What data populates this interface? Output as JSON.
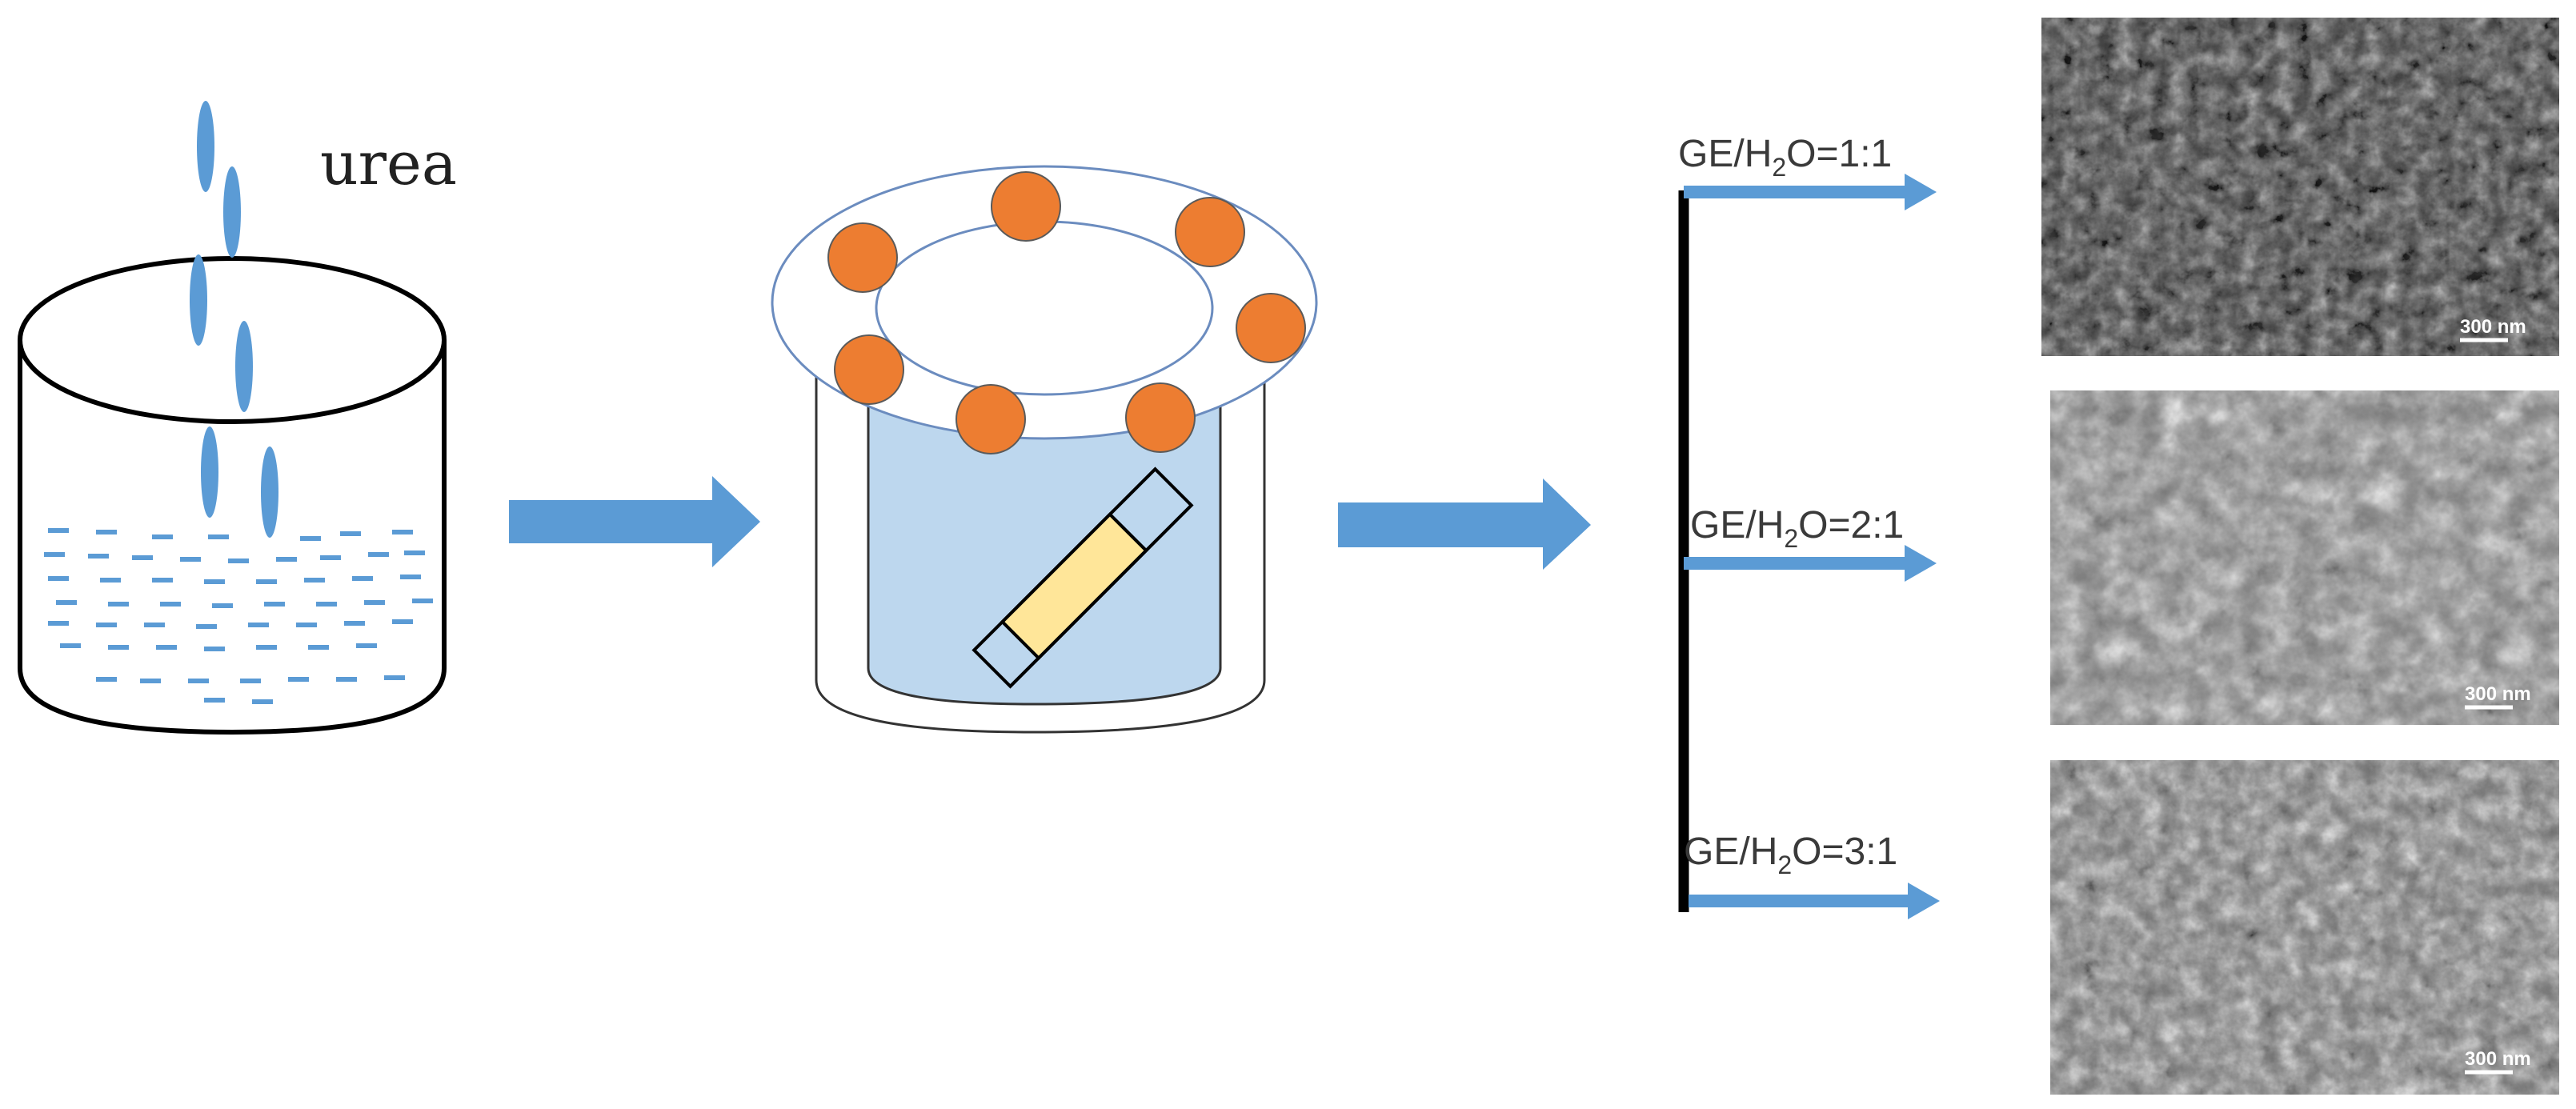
{
  "reagent_label": "urea",
  "branches": [
    {
      "ratio_prefix": "GE/H",
      "ratio_sub": "2",
      "ratio_suffix": "O=1:1",
      "scale_bar": "300 nm"
    },
    {
      "ratio_prefix": "GE/H",
      "ratio_sub": "2",
      "ratio_suffix": "O=2:1",
      "scale_bar": "300 nm"
    },
    {
      "ratio_prefix": "GE/H",
      "ratio_sub": "2",
      "ratio_suffix": "O=3:1",
      "scale_bar": "300 nm"
    }
  ],
  "colors": {
    "arrow": "#5b9bd5",
    "drop": "#5b9bd5",
    "liquid": "#bdd7ee",
    "ball": "#ed7d31",
    "substrate": "#ffe699",
    "sem_dark": "#4a4a4a",
    "sem_light": "#8a8a8a"
  },
  "icons": [
    "beaker-icon",
    "autoclave-icon",
    "sem-image"
  ]
}
